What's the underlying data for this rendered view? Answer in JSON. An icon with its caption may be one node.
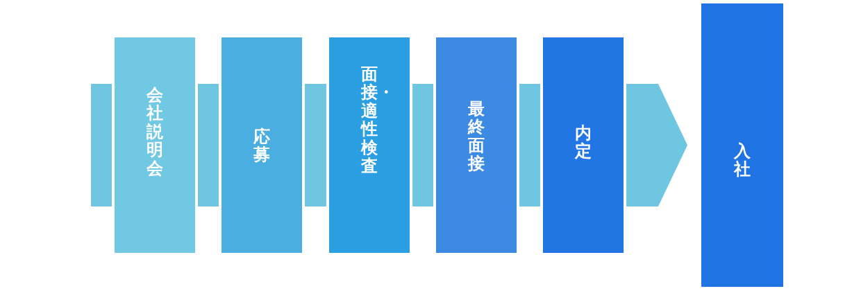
{
  "diagram": {
    "nodes": [
      {
        "text": [
          "会社説明会"
        ]
      },
      {
        "text": [
          "応募"
        ]
      },
      {
        "text": [
          "面接・適性検査"
        ]
      },
      {
        "text": [
          "最終面接"
        ]
      },
      {
        "text": [
          "内定"
        ]
      },
      {
        "text": [
          "入社"
        ]
      }
    ],
    "edges": [
      {
        "from": null,
        "to": 0,
        "arrow": "none"
      },
      {
        "from": 0,
        "to": 1,
        "arrow": "none"
      },
      {
        "from": 1,
        "to": 2,
        "arrow": "none"
      },
      {
        "from": 2,
        "to": 3,
        "arrow": "none"
      },
      {
        "from": 3,
        "to": 4,
        "arrow": "none"
      },
      {
        "from": 4,
        "to": 5,
        "arrow": "to"
      }
    ]
  }
}
